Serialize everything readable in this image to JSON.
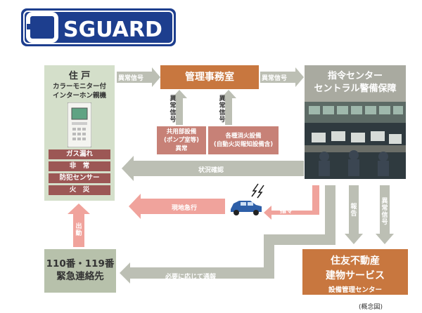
{
  "logo": {
    "text": "SGUARD"
  },
  "resident": {
    "title": "住 戸",
    "subtitle_1": "カラーモニター付",
    "subtitle_2": "インターホン親機",
    "alarms": [
      "ガス漏れ",
      "非　常",
      "防犯センサー",
      "火　災"
    ]
  },
  "office": {
    "title": "管理事務室"
  },
  "command": {
    "title_1": "指令センター",
    "title_2": "セントラル警備保障"
  },
  "sub_alarms": [
    {
      "label_1": "共用部設備",
      "label_2": "(ポンプ室等)",
      "label_3": "異常"
    },
    {
      "label_1": "各種消火設備",
      "label_2": "(自動火災報知設備含)"
    }
  ],
  "sumitomo": {
    "title_1": "住友不動産",
    "title_2": "建物サービス",
    "subtitle": "設備管理センター"
  },
  "emergency": {
    "title_1": "110番・119番",
    "title_2": "緊急連絡先"
  },
  "arrows": {
    "resident_to_office": "異常信号",
    "office_to_command": "異常信号",
    "up_left": "異常信号",
    "up_right": "異常信号",
    "status_check": "状況確認",
    "rush": "現地急行",
    "command": "指令",
    "report": "報告",
    "abnormal_signal_down": "異常信号",
    "dispatch": "出動",
    "notify": "必要に応じて通報"
  },
  "caption": "(概念図)",
  "colors": {
    "logo_blue": "#1d3e8e",
    "office_orange": "#c8773f",
    "alarm_red": "#9c5755",
    "resident_green": "#d4dfca",
    "arrow_gray": "#bcbfb4",
    "arrow_pink": "#f0a39c",
    "command_gray": "#a9aaa0"
  },
  "icons": [
    "car-icon",
    "signal-icon",
    "intercom-icon",
    "control-room-photo"
  ]
}
